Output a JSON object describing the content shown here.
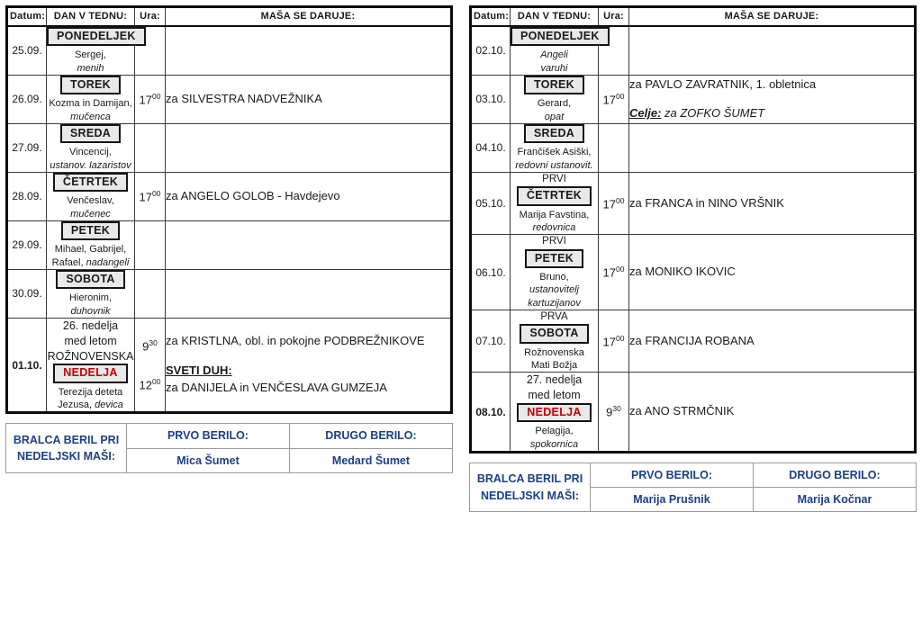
{
  "table_headers": {
    "date": "Datum:",
    "day": "DAN V TEDNU:",
    "time": "Ura:",
    "mass": "MAŠA SE DARUJE:"
  },
  "accent_colors": {
    "badge_background": "#e9e9e9",
    "sunday_red": "#c00000",
    "readers_blue": "#1c3f86",
    "border_black": "#0d0d0d"
  },
  "week_left": {
    "rows": [
      {
        "date": "25.09.",
        "is_sunday": false,
        "prefix": "",
        "badge": "PONEDELJEK",
        "saint_line1": "Sergej,",
        "saint_line2": "menih",
        "times": [],
        "mass": []
      },
      {
        "date": "26.09.",
        "is_sunday": false,
        "prefix": "",
        "badge": "TOREK",
        "saint_line1": "Kozma in Damijan,",
        "saint_line2": "mučenca",
        "times": [
          "17"
        ],
        "mass": [
          {
            "text": "za SILVESTRA NADVEŽNIKA"
          }
        ]
      },
      {
        "date": "27.09.",
        "is_sunday": false,
        "prefix": "",
        "badge": "SREDA",
        "saint_line1": "Vincencij,",
        "saint_line2": "ustanov. lazaristov",
        "times": [],
        "mass": []
      },
      {
        "date": "28.09.",
        "is_sunday": false,
        "prefix": "",
        "badge": "ČETRTEK",
        "saint_line1": "Venčeslav,",
        "saint_line2": "mučenec",
        "times": [
          "17"
        ],
        "mass": [
          {
            "text": "za ANGELO GOLOB - Havdejevo"
          }
        ]
      },
      {
        "date": "29.09.",
        "is_sunday": false,
        "prefix": "",
        "badge": "PETEK",
        "saint_line1": "Mihael, Gabrijel,",
        "saint_line2": "Rafael, nadangeli",
        "saint_line2_mixed": true,
        "saint_line2_plain": "Rafael, ",
        "saint_line2_italic": "nadangeli",
        "times": [],
        "mass": []
      },
      {
        "date": "30.09.",
        "is_sunday": false,
        "prefix": "",
        "badge": "SOBOTA",
        "saint_line1": "Hieronim,",
        "saint_line2": "duhovnik",
        "times": [],
        "mass": []
      }
    ],
    "sunday": {
      "date": "01.10.",
      "feast_line1": "26. nedelja",
      "feast_line2": "med letom",
      "feast_line3": "ROŽNOVENSKA",
      "badge": "NEDELJA",
      "saint_line1": "Terezija deteta",
      "saint_line2_plain": "Jezusa, ",
      "saint_line2_italic": "devica",
      "time1": "9",
      "time1_sup": "30",
      "time2": "12",
      "time2_sup": "00",
      "mass1": "za KRISTLNA, obl. in pokojne PODBREŽNIKOVE",
      "mass2_head": "SVETI DUH:",
      "mass2_text": "za DANIJELA in VENČESLAVA GUMZEJA"
    }
  },
  "week_right": {
    "rows": [
      {
        "date": "02.10.",
        "is_sunday": false,
        "prefix": "",
        "badge": "PONEDELJEK",
        "saint_line1": "Angeli",
        "saint_line2": "varuhi",
        "saint_italic_all": true,
        "times": [],
        "mass": []
      },
      {
        "date": "03.10.",
        "is_sunday": false,
        "prefix": "",
        "badge": "TOREK",
        "saint_line1": "Gerard,",
        "saint_line2": "opat",
        "times": [
          "17"
        ],
        "mass": [
          {
            "text": "za PAVLO ZAVRATNIK, 1. obletnica"
          },
          {
            "place": "Celje:",
            "place_text": " za ZOFKO ŠUMET",
            "spaced": true
          }
        ]
      },
      {
        "date": "04.10.",
        "is_sunday": false,
        "prefix": "",
        "badge": "SREDA",
        "saint_line1": "Frančišek Asiški,",
        "saint_line2": "redovni ustanovit.",
        "times": [],
        "mass": []
      },
      {
        "date": "05.10.",
        "is_sunday": false,
        "prefix": "PRVI",
        "badge": "ČETRTEK",
        "saint_line1": "Marija Favstina,",
        "saint_line2": "redovnica",
        "times": [
          "17"
        ],
        "mass": [
          {
            "text": "za FRANCA in NINO VRŠNIK"
          }
        ]
      },
      {
        "date": "06.10.",
        "is_sunday": false,
        "prefix": "PRVI",
        "badge": "PETEK",
        "saint_line1": "Bruno,",
        "saint_line2": "ustanovitelj",
        "saint_line3": "kartuzijanov",
        "times": [
          "17"
        ],
        "mass": [
          {
            "text": "za MONIKO IKOVIC"
          }
        ]
      },
      {
        "date": "07.10.",
        "is_sunday": false,
        "prefix": "PRVA",
        "badge": "SOBOTA",
        "saint_line1": "Rožnovenska",
        "saint_line2": "Mati Božja",
        "saint_plain_all": true,
        "times": [
          "17"
        ],
        "mass": [
          {
            "text": "za FRANCIJA ROBANA"
          }
        ]
      }
    ],
    "sunday": {
      "date": "08.10.",
      "feast_line1": "27. nedelja",
      "feast_line2": "med letom",
      "feast_line3": "",
      "badge": "NEDELJA",
      "saint_line1": "Pelagija,",
      "saint_line2_plain": "",
      "saint_line2_italic": "spokornica",
      "time1": "9",
      "time1_sup": "30",
      "time2": "",
      "time2_sup": "",
      "mass1": "za ANO STRMČNIK",
      "mass2_head": "",
      "mass2_text": ""
    }
  },
  "readers_left": {
    "label_line1": "BRALCA BERIL PRI",
    "label_line2": "NEDELJSKI MAŠI:",
    "first_header": "PRVO BERILO:",
    "second_header": "DRUGO BERILO:",
    "first_reader": "Mica Šumet",
    "second_reader": "Medard Šumet"
  },
  "readers_right": {
    "label_line1": "BRALCA BERIL PRI",
    "label_line2": "NEDELJSKI MAŠI:",
    "first_header": "PRVO BERILO:",
    "second_header": "DRUGO BERILO:",
    "first_reader": "Marija Prušnik",
    "second_reader": "Marija Kočnar"
  }
}
